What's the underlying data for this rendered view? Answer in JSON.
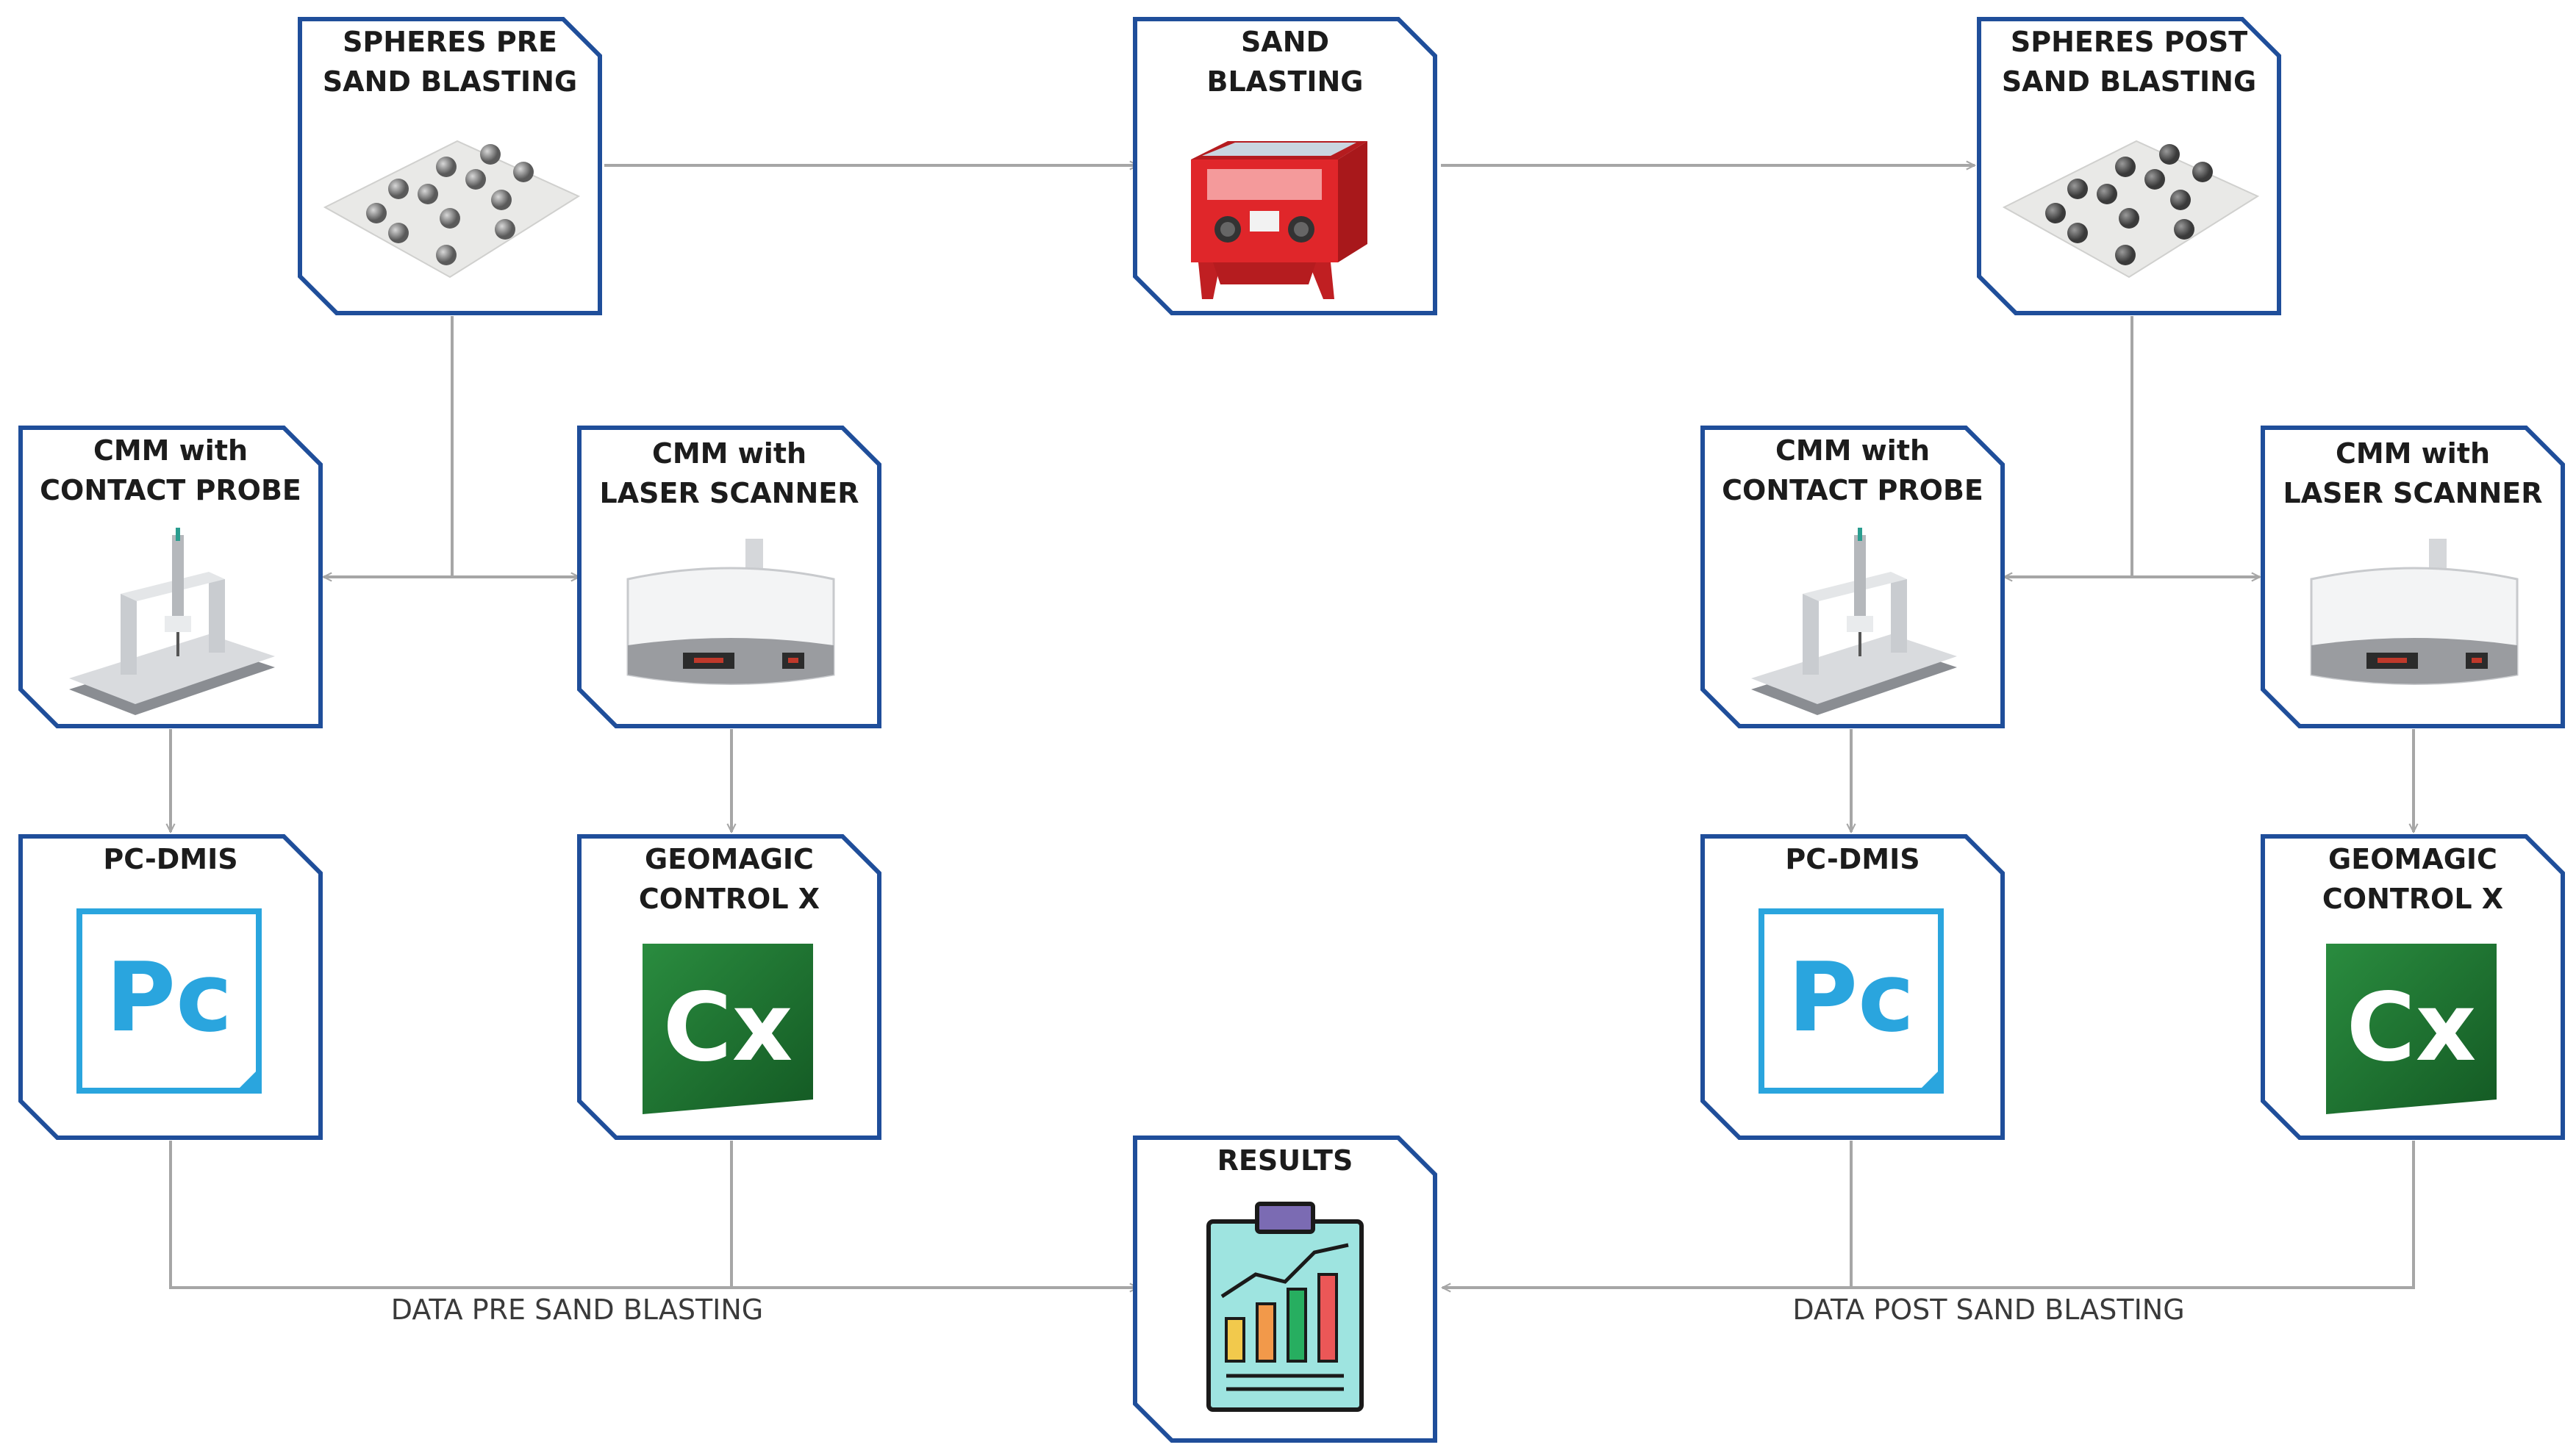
{
  "nodes": {
    "spheres_pre": {
      "lines": [
        "SPHERES PRE",
        "SAND BLASTING"
      ]
    },
    "sand_blasting": {
      "lines": [
        "SAND",
        "BLASTING"
      ]
    },
    "spheres_post": {
      "lines": [
        "SPHERES POST",
        "SAND BLASTING"
      ]
    },
    "cmm_contact_left": {
      "lines": [
        "CMM with",
        "CONTACT PROBE"
      ]
    },
    "cmm_laser_left": {
      "lines": [
        "CMM with",
        "LASER SCANNER"
      ]
    },
    "cmm_contact_right": {
      "lines": [
        "CMM with",
        "CONTACT PROBE"
      ]
    },
    "cmm_laser_right": {
      "lines": [
        "CMM with",
        "LASER SCANNER"
      ]
    },
    "pcdmis_left": {
      "lines": [
        "PC-DMIS"
      ],
      "logo": "Pc"
    },
    "geomagic_left": {
      "lines": [
        "GEOMAGIC",
        "CONTROL X"
      ],
      "logo": "Cx"
    },
    "pcdmis_right": {
      "lines": [
        "PC-DMIS"
      ],
      "logo": "Pc"
    },
    "geomagic_right": {
      "lines": [
        "GEOMAGIC",
        "CONTROL X"
      ],
      "logo": "Cx"
    },
    "results": {
      "lines": [
        "RESULTS"
      ]
    }
  },
  "edge_labels": {
    "data_pre": "DATA PRE SAND BLASTING",
    "data_post": "DATA POST SAND BLASTING"
  },
  "colors": {
    "frame": "#1f4e9a",
    "connector": "#a6a6a6",
    "blaster_red": "#e0262a",
    "pc_blue": "#2aa5de",
    "cx_green": "#1f7a35",
    "results_teal": "#9ee4e0"
  },
  "icons": {
    "spheres_pre": "sphere-plate-icon",
    "sand_blasting": "sandblast-cabinet-icon",
    "spheres_post": "sphere-plate-icon",
    "cmm_contact": "cmm-contact-probe-icon",
    "cmm_laser": "laser-scanner-icon",
    "pcdmis": "pc-dmis-logo-icon",
    "geomagic": "geomagic-control-x-logo-icon",
    "results": "results-clipboard-chart-icon"
  }
}
